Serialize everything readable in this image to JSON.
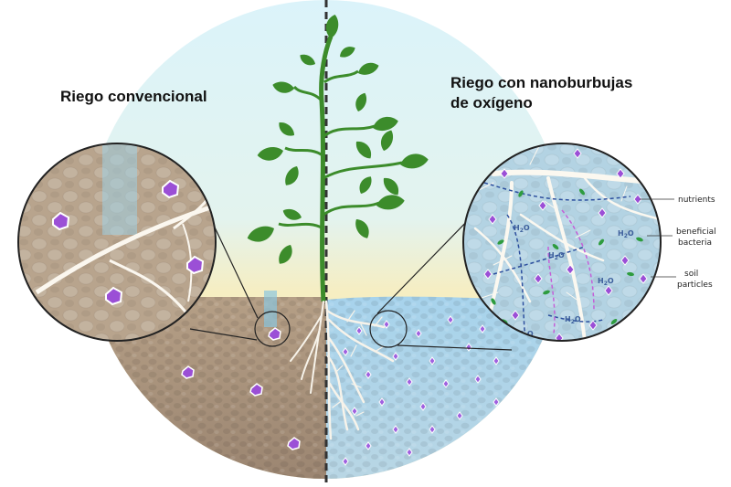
{
  "titles": {
    "conventional": "Riego convencional",
    "nanobubble_line1": "Riego con nanoburbujas",
    "nanobubble_line2": "de oxígeno"
  },
  "legend": {
    "nutrients": "nutrients",
    "bacteria_line1": "beneficial",
    "bacteria_line2": "bacteria",
    "soil_line1": "soil",
    "soil_line2": "particles"
  },
  "water_label": {
    "main": "H",
    "sub": "2",
    "tail": "O"
  },
  "colors": {
    "sky": "#dff3f8",
    "horizon": "#f6eec2",
    "dry_soil": "#a4907a",
    "wet_soil": "#a9cde3",
    "nutrient": "#9b4fd6",
    "bacteria": "#2e9c3f",
    "plant": "#3c8c2b"
  }
}
